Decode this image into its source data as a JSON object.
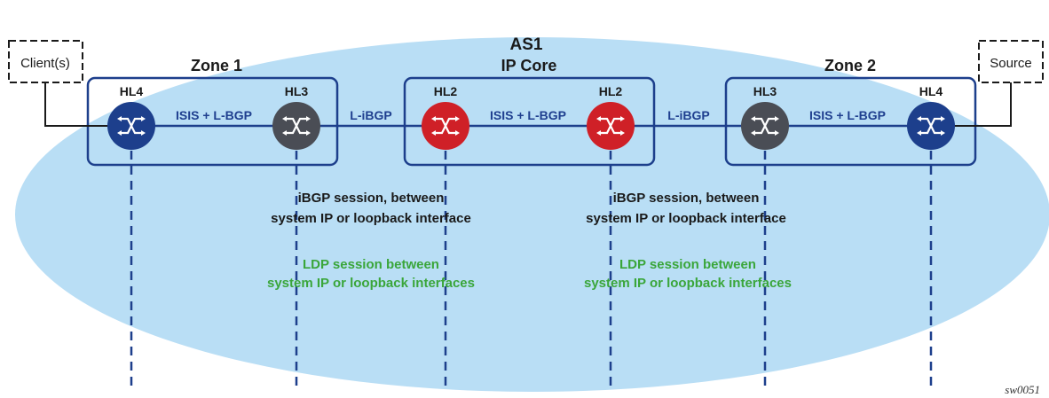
{
  "figure_id": "sw0051",
  "as_label": "AS1",
  "client": {
    "label": "Client(s)"
  },
  "source": {
    "label": "Source"
  },
  "zones": [
    {
      "title": "Zone 1"
    },
    {
      "title": "IP Core"
    },
    {
      "title": "Zone 2"
    }
  ],
  "nodes": [
    {
      "label": "HL4",
      "color": "#1d3f8c"
    },
    {
      "label": "HL3",
      "color": "#4a4d55"
    },
    {
      "label": "HL2",
      "color": "#cf2027"
    },
    {
      "label": "HL2",
      "color": "#cf2027"
    },
    {
      "label": "HL3",
      "color": "#4a4d55"
    },
    {
      "label": "HL4",
      "color": "#1d3f8c"
    }
  ],
  "links": {
    "zone1": "ISIS + L-BGP",
    "core": "ISIS + L-BGP",
    "zone2": "ISIS + L-BGP",
    "left_interzone": "L-iBGP",
    "right_interzone": "L-iBGP"
  },
  "sessions": {
    "left_ibgp": [
      "iBGP session, between",
      "system IP or loopback interface"
    ],
    "right_ibgp": [
      "iBGP session, between",
      "system IP or loopback interface"
    ],
    "left_ldp": [
      "LDP session between",
      "system IP or loopback interfaces"
    ],
    "right_ldp": [
      "LDP session between",
      "system IP or loopback interfaces"
    ]
  },
  "colors": {
    "ellipse": "#b9def5",
    "zone_border": "#1d3f8c",
    "link": "#1d3f8c",
    "ldp_text": "#3aa63a",
    "ibgp_text": "#1a1a1a"
  }
}
